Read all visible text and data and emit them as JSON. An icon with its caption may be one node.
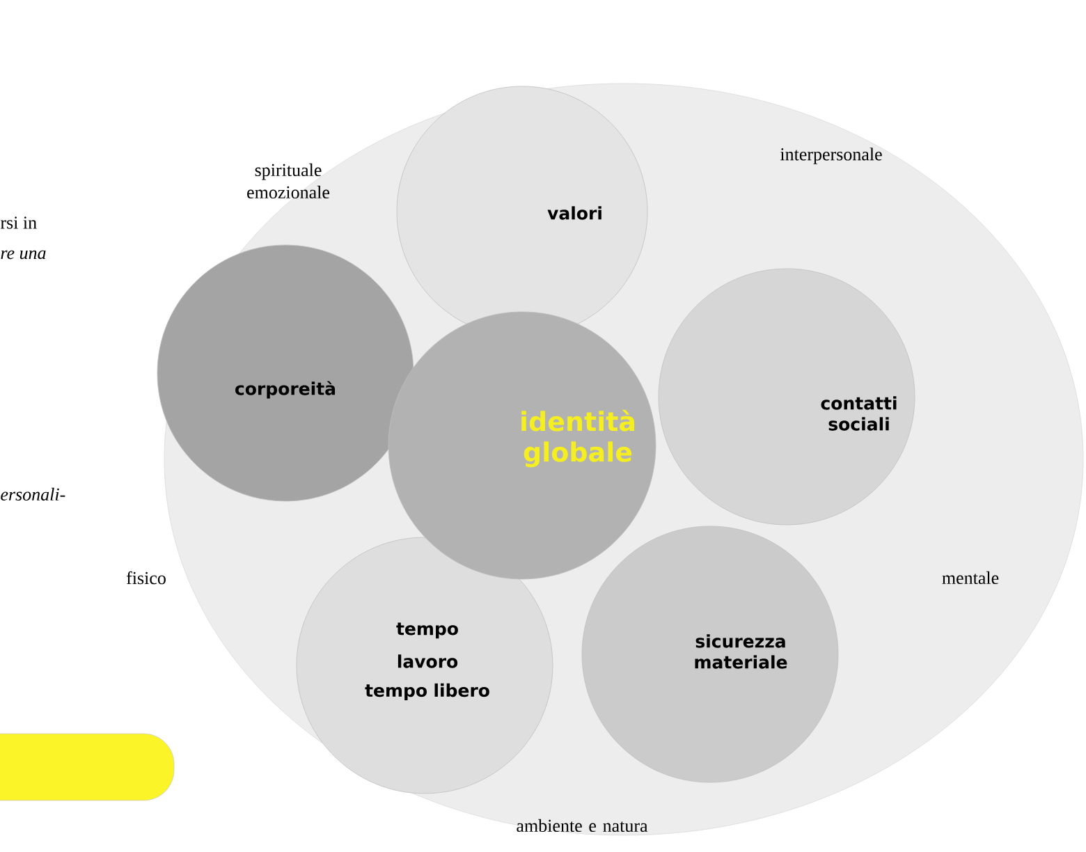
{
  "diagram": {
    "nodes": [
      {
        "text": [
          "spirituale emozionale",
          "interpersonale",
          "fisico",
          "mentale",
          "ambiente e natura"
        ]
      },
      {
        "text": [
          "valori"
        ],
        "in": 0
      },
      {
        "text": [
          "corporeità"
        ],
        "in": 0
      },
      {
        "text": [
          "identità globale"
        ],
        "in": 0
      },
      {
        "text": [
          "contatti sociali"
        ],
        "in": 0
      },
      {
        "text": [
          "tempo",
          "lavoro",
          "tempo libero"
        ],
        "in": 0
      },
      {
        "text": [
          "sicurezza materiale"
        ],
        "in": 0
      }
    ],
    "labels": [
      "rsi in",
      "re una",
      "ersonali-"
    ]
  }
}
